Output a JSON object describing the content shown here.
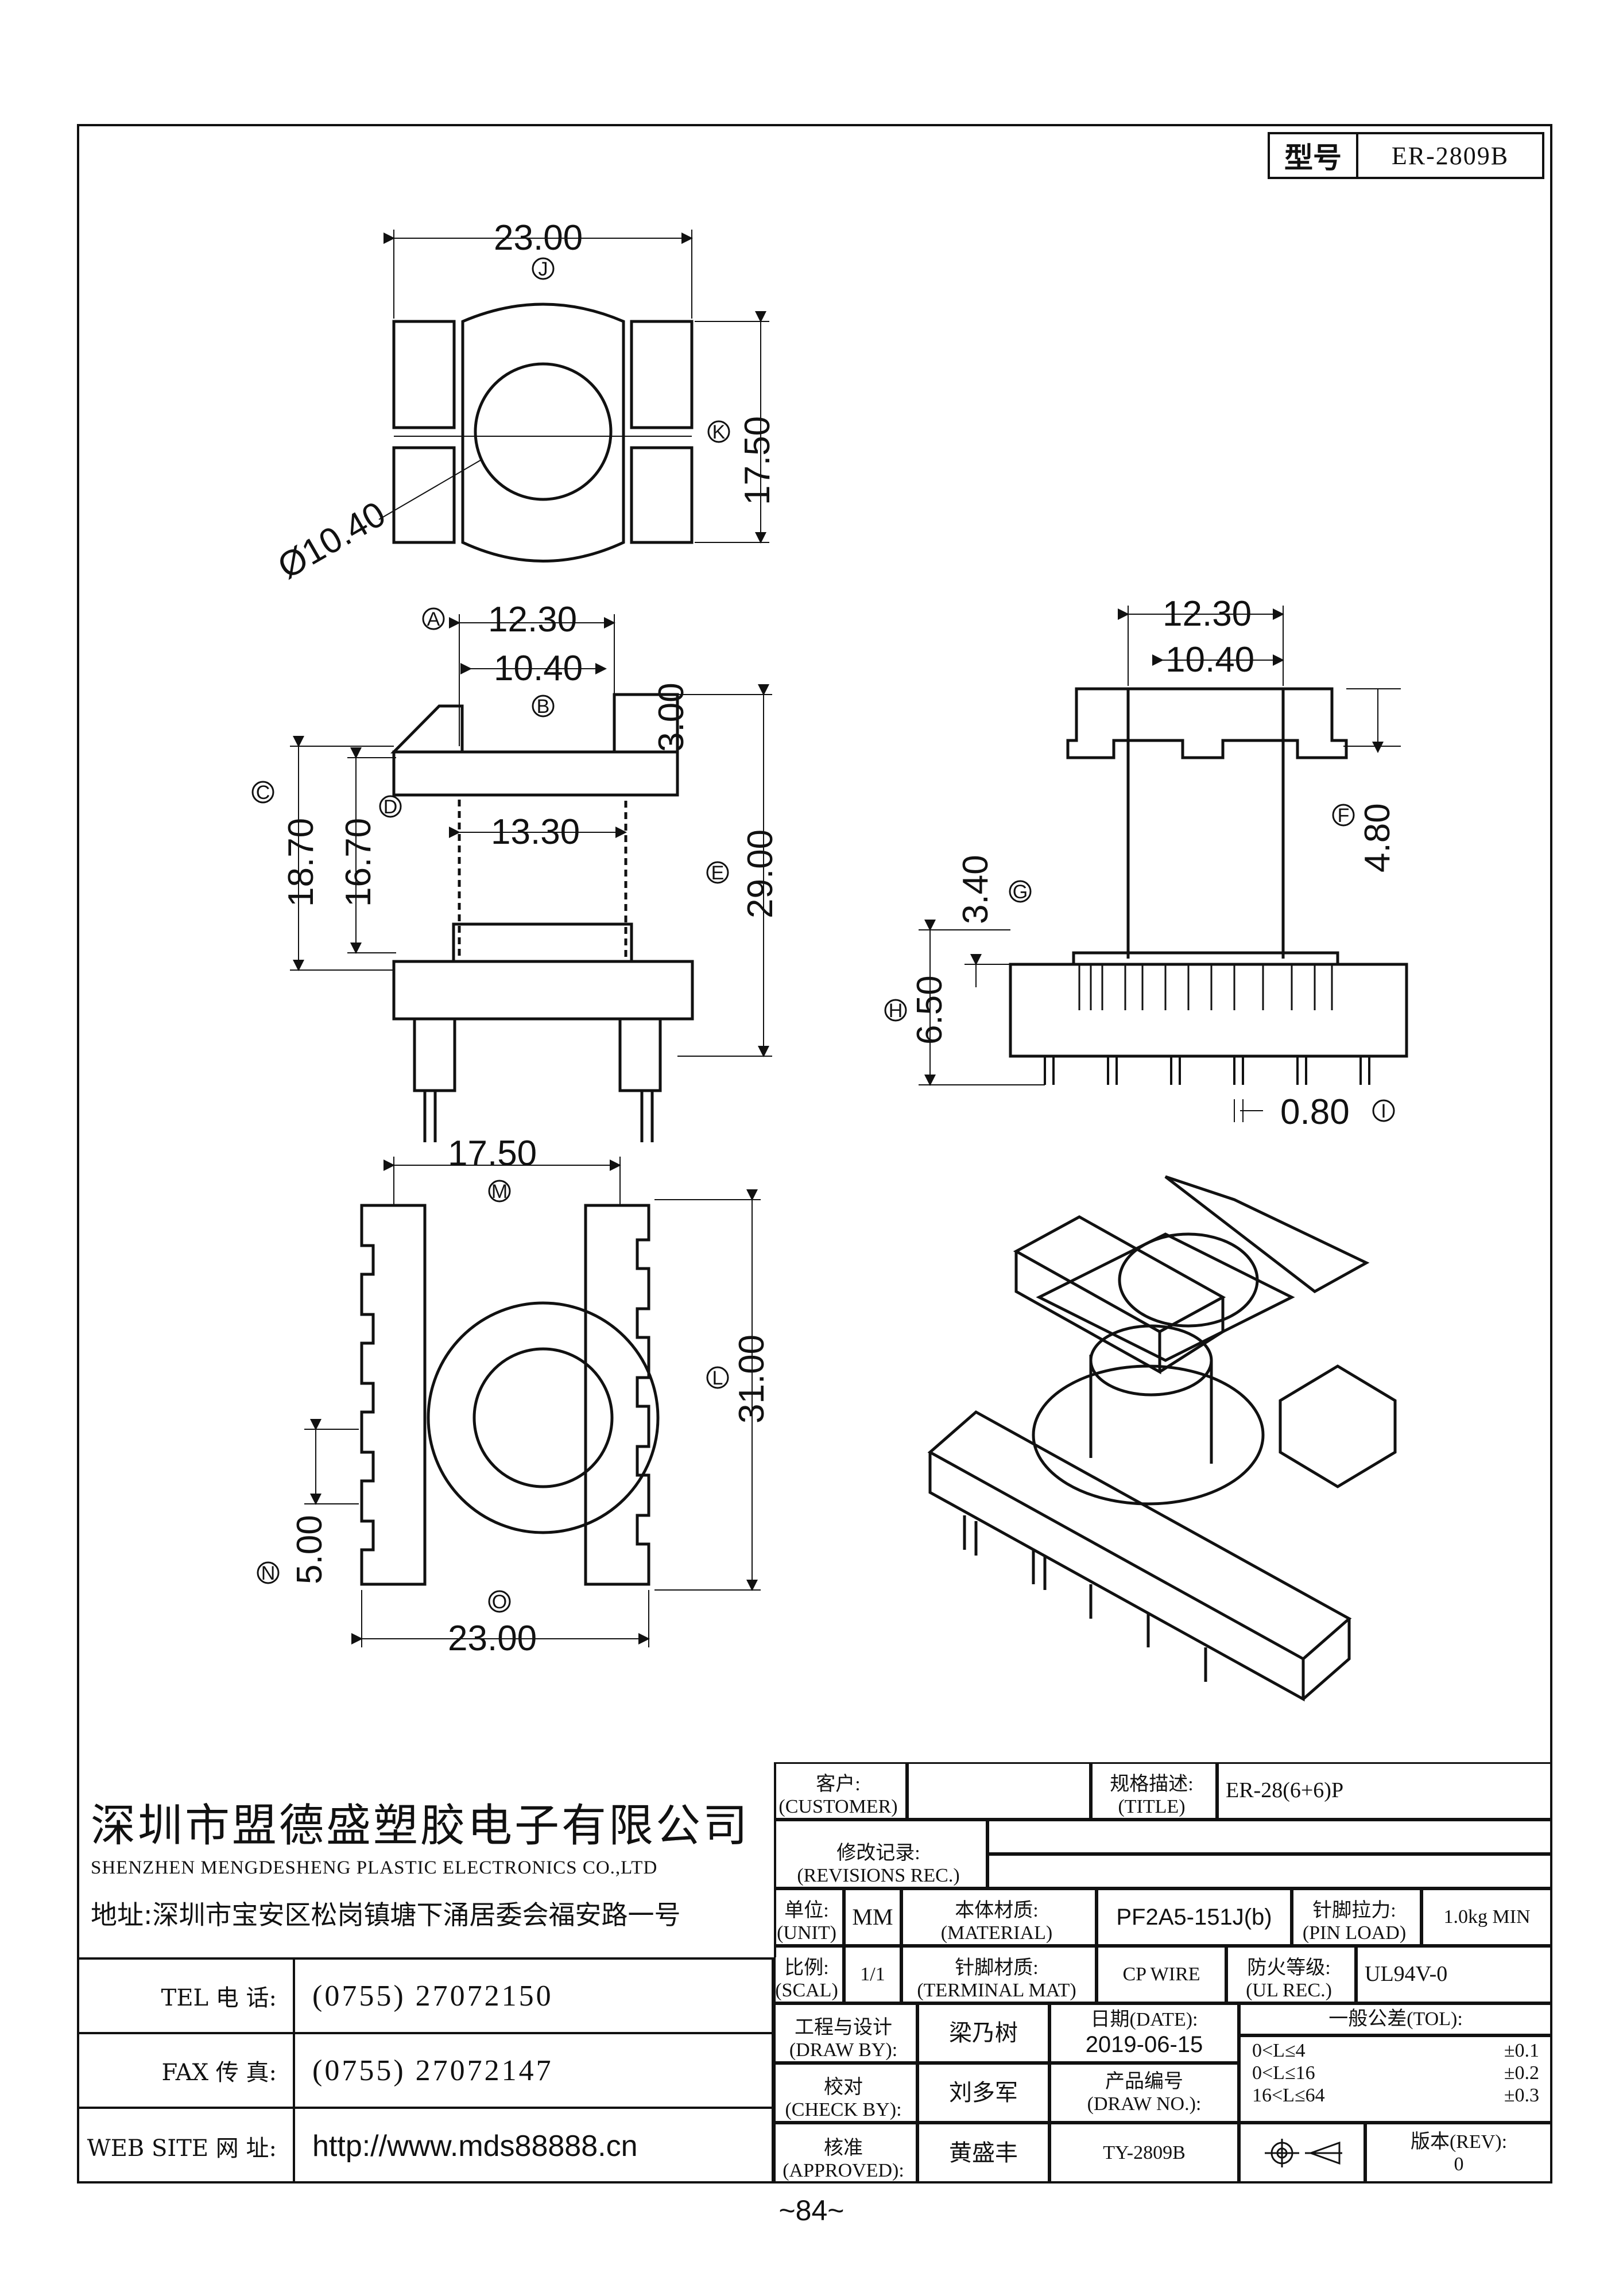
{
  "model": {
    "label": "型号",
    "value": "ER-2809B"
  },
  "dimensions": {
    "top_width": "23.00",
    "top_width_tag": "J",
    "top_height": "17.50",
    "top_height_tag": "K",
    "hole_dia": "Ø10.40",
    "front_a": "12.30",
    "front_a_tag": "A",
    "front_b": "10.40",
    "front_b_tag": "B",
    "front_3": "3.00",
    "front_c": "18.70",
    "front_c_tag": "C",
    "front_d": "16.70",
    "front_d_tag": "D",
    "front_1330": "13.30",
    "front_e": "29.00",
    "front_e_tag": "E",
    "side_1230": "12.30",
    "side_1040": "10.40",
    "side_f": "4.80",
    "side_f_tag": "F",
    "side_g": "3.40",
    "side_g_tag": "G",
    "side_h": "6.50",
    "side_h_tag": "H",
    "side_i": "0.80",
    "side_i_tag": "I",
    "bottom_m": "17.50",
    "bottom_m_tag": "M",
    "bottom_l": "31.00",
    "bottom_l_tag": "L",
    "bottom_n": "5.00",
    "bottom_n_tag": "N",
    "bottom_o": "23.00",
    "bottom_o_tag": "O"
  },
  "company": {
    "cn": "深圳市盟德盛塑胶电子有限公司",
    "en": "SHENZHEN MENGDESHENG PLASTIC ELECTRONICS CO.,LTD",
    "address": "地址:深圳市宝安区松岗镇塘下涌居委会福安路一号",
    "tel_label": "TEL 电 话:",
    "tel": "(0755) 27072150",
    "fax_label": "FAX 传 真:",
    "fax": "(0755) 27072147",
    "web_label": "WEB SITE 网 址:",
    "web": "http://www.mds88888.cn"
  },
  "titleblock": {
    "customer_cn": "客户:",
    "customer_en": "(CUSTOMER)",
    "customer": "",
    "title_cn": "规格描述:",
    "title_en": "(TITLE)",
    "title": "ER-28(6+6)P",
    "rev_cn": "修改记录:",
    "rev_en": "(REVISIONS REC.)",
    "unit_cn": "单位:",
    "unit_en": "(UNIT)",
    "unit": "MM",
    "material_cn": "本体材质:",
    "material_en": "(MATERIAL)",
    "material": "PF2A5-151J(b)",
    "pinload_cn": "针脚拉力:",
    "pinload_en": "(PIN LOAD)",
    "pinload": "1.0kg MIN",
    "scale_cn": "比例:",
    "scale_en": "(SCAL)",
    "scale": "1/1",
    "terminal_cn": "针脚材质:",
    "terminal_en": "(TERMINAL MAT)",
    "terminal": "CP WIRE",
    "ul_cn": "防火等级:",
    "ul_en": "(UL REC.)",
    "ul": "UL94V-0",
    "draw_cn": "工程与设计",
    "draw_en": "(DRAW BY):",
    "draw_by": "梁乃树",
    "date_cn": "日期(DATE):",
    "date": "2019-06-15",
    "tol_title": "一般公差(TOL):",
    "tol": [
      {
        "range": "0<L≤4",
        "val": "±0.1"
      },
      {
        "range": "0<L≤16",
        "val": "±0.2"
      },
      {
        "range": "16<L≤64",
        "val": "±0.3"
      }
    ],
    "check_cn": "校对",
    "check_en": "(CHECK BY):",
    "check_by": "刘多军",
    "drawno_cn": "产品编号",
    "drawno_en": "(DRAW NO.):",
    "appr_cn": "核准",
    "appr_en": "(APPROVED):",
    "approved": "黄盛丰",
    "drawno": "TY-2809B",
    "revno_cn": "版本(REV):",
    "revno": "0"
  },
  "page_number": "~84~"
}
